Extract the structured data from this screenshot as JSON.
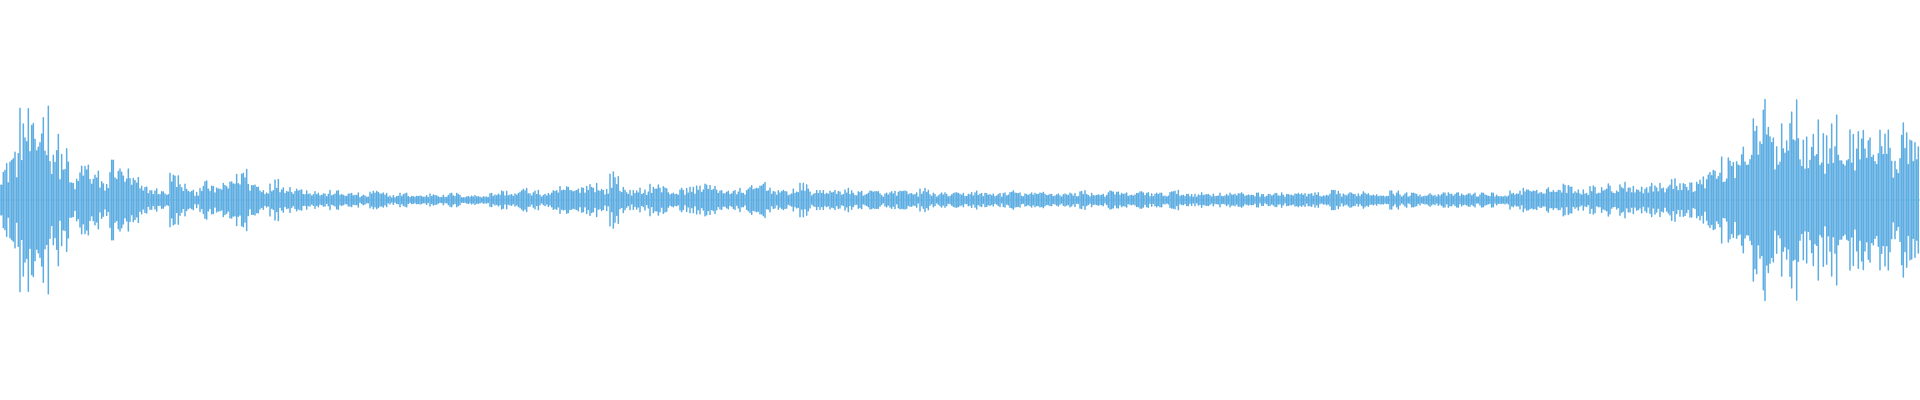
{
  "waveform": {
    "color": "#5dade2",
    "background": "#ffffff",
    "amplitude": [
      0.16,
      0.23,
      0.39,
      0.32,
      0.43,
      0.28,
      0.22,
      0.09,
      0.17,
      0.13,
      0.08,
      0.19,
      0.14,
      0.1,
      0.06,
      0.05,
      0.04,
      0.12,
      0.07,
      0.04,
      0.08,
      0.06,
      0.07,
      0.11,
      0.14,
      0.08,
      0.05,
      0.09,
      0.07,
      0.06,
      0.05,
      0.04,
      0.03,
      0.04,
      0.03,
      0.03,
      0.02,
      0.04,
      0.03,
      0.02,
      0.03,
      0.02,
      0.02,
      0.03,
      0.02,
      0.03,
      0.02,
      0.02,
      0.02,
      0.03,
      0.04,
      0.03,
      0.05,
      0.04,
      0.03,
      0.04,
      0.06,
      0.05,
      0.07,
      0.08,
      0.05,
      0.12,
      0.06,
      0.04,
      0.05,
      0.07,
      0.06,
      0.04,
      0.05,
      0.06,
      0.08,
      0.06,
      0.05,
      0.04,
      0.05,
      0.06,
      0.09,
      0.05,
      0.04,
      0.05,
      0.07,
      0.04,
      0.05,
      0.04,
      0.05,
      0.04,
      0.04,
      0.04,
      0.03,
      0.04,
      0.04,
      0.03,
      0.05,
      0.03,
      0.03,
      0.03,
      0.03,
      0.04,
      0.03,
      0.03,
      0.03,
      0.04,
      0.03,
      0.03,
      0.04,
      0.03,
      0.03,
      0.03,
      0.04,
      0.03,
      0.03,
      0.04,
      0.03,
      0.03,
      0.04,
      0.03,
      0.03,
      0.04,
      0.03,
      0.03,
      0.03,
      0.03,
      0.03,
      0.03,
      0.03,
      0.03,
      0.03,
      0.03,
      0.03,
      0.03,
      0.03,
      0.03,
      0.02,
      0.04,
      0.03,
      0.03,
      0.04,
      0.03,
      0.03,
      0.04,
      0.03,
      0.03,
      0.03,
      0.03,
      0.03,
      0.03,
      0.03,
      0.03,
      0.03,
      0.03,
      0.02,
      0.04,
      0.05,
      0.04,
      0.06,
      0.05,
      0.07,
      0.06,
      0.05,
      0.06,
      0.07,
      0.06,
      0.08,
      0.07,
      0.06,
      0.08,
      0.07,
      0.09,
      0.1,
      0.08,
      0.12,
      0.15,
      0.18,
      0.22,
      0.28,
      0.35,
      0.42,
      0.3,
      0.38,
      0.45,
      0.33,
      0.4,
      0.28,
      0.36,
      0.24,
      0.3,
      0.39,
      0.27,
      0.34,
      0.22,
      0.37,
      0.25
    ]
  }
}
